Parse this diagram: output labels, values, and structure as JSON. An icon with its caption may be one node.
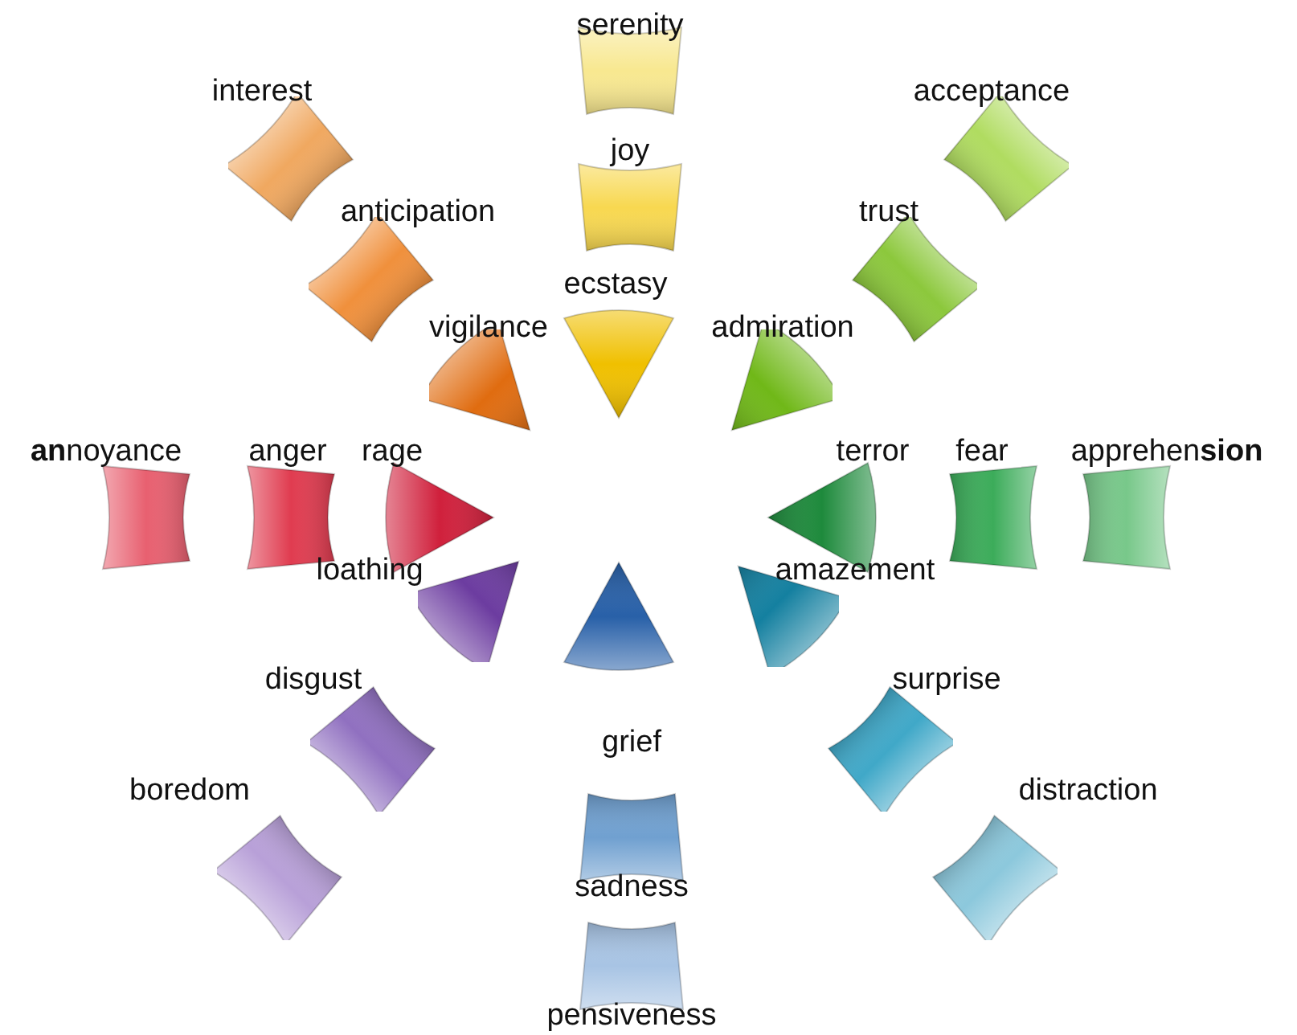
{
  "diagram": {
    "nodes": [
      {
        "text": [
          "serenity"
        ]
      },
      {
        "text": [
          "interest"
        ]
      },
      {
        "text": [
          "acceptance"
        ]
      },
      {
        "text": [
          "joy"
        ]
      },
      {
        "text": [
          "anticipation"
        ]
      },
      {
        "text": [
          "trust"
        ]
      },
      {
        "text": [
          "ecstasy"
        ]
      },
      {
        "text": [
          "vigilance"
        ]
      },
      {
        "text": [
          "admiration"
        ]
      },
      {
        "text": [
          "**an**noyance"
        ]
      },
      {
        "text": [
          "anger"
        ]
      },
      {
        "text": [
          "rage"
        ]
      },
      {
        "text": [
          "terror"
        ]
      },
      {
        "text": [
          "fear"
        ]
      },
      {
        "text": [
          "apprehen**sion**"
        ]
      },
      {
        "text": [
          "loathing"
        ]
      },
      {
        "text": [
          "amazement"
        ]
      },
      {
        "text": [
          "disgust"
        ]
      },
      {
        "text": [
          "surprise"
        ]
      },
      {
        "text": [
          "grief"
        ]
      },
      {
        "text": [
          "boredom"
        ]
      },
      {
        "text": [
          "distraction"
        ]
      },
      {
        "text": [
          "sadness"
        ]
      },
      {
        "text": [
          "pensiveness"
        ]
      }
    ]
  }
}
